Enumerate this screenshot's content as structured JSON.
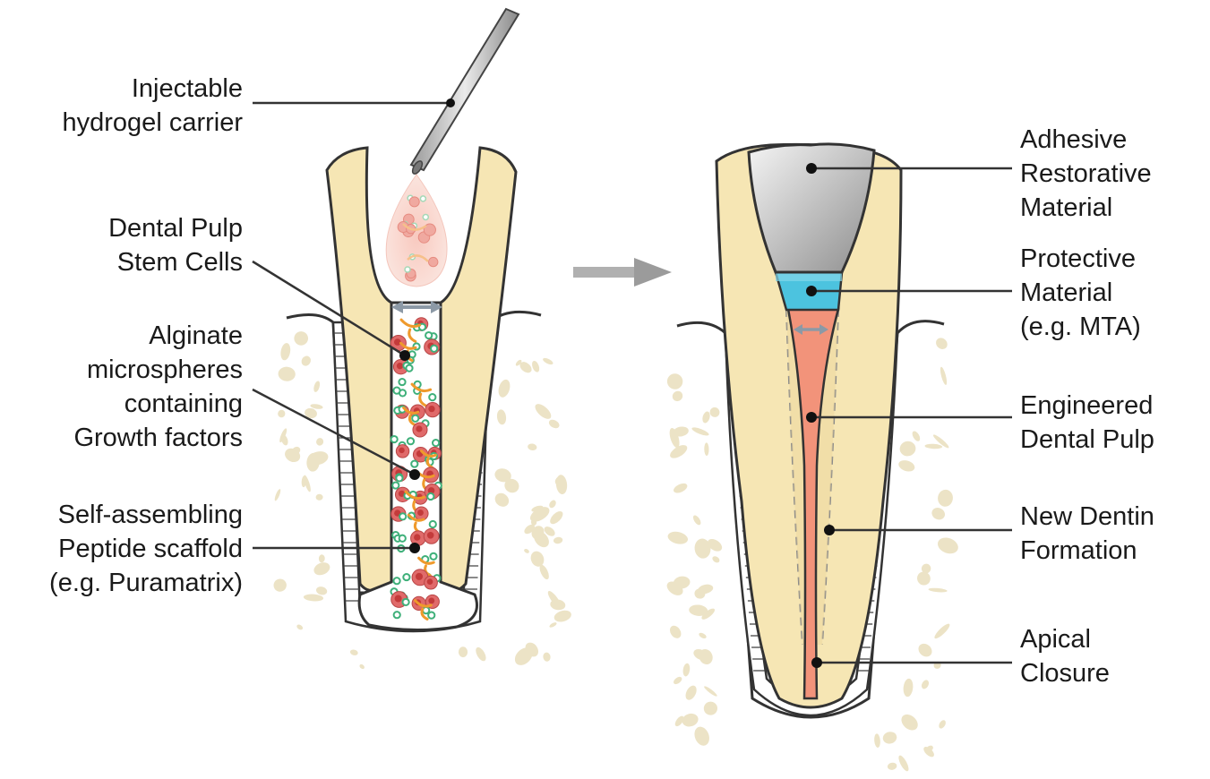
{
  "left_labels": {
    "hydrogel": [
      "Injectable",
      "hydrogel carrier"
    ],
    "stem_cells": [
      "Dental Pulp",
      "Stem Cells"
    ],
    "microspheres": [
      "Alginate",
      "microspheres",
      "containing",
      "Growth factors"
    ],
    "scaffold": [
      "Self-assembling",
      "Peptide scaffold",
      "(e.g. Puramatrix)"
    ]
  },
  "right_labels": {
    "adhesive": [
      "Adhesive",
      "Restorative",
      "Material"
    ],
    "protective": [
      "Protective",
      "Material",
      "(e.g. MTA)"
    ],
    "pulp": [
      "Engineered",
      "Dental Pulp"
    ],
    "dentin": [
      "New Dentin",
      "Formation"
    ],
    "apical": [
      "Apical",
      "Closure"
    ]
  },
  "colors": {
    "dentin": "#f6e6b4",
    "bone": "#ece3c6",
    "pulp": "#f2937a",
    "mta": "#4cc3df",
    "cell": "#e06a6a",
    "microsphere": "#3fb07a",
    "fiber": "#ef9a2c",
    "arrow": "#a9a9a9"
  }
}
